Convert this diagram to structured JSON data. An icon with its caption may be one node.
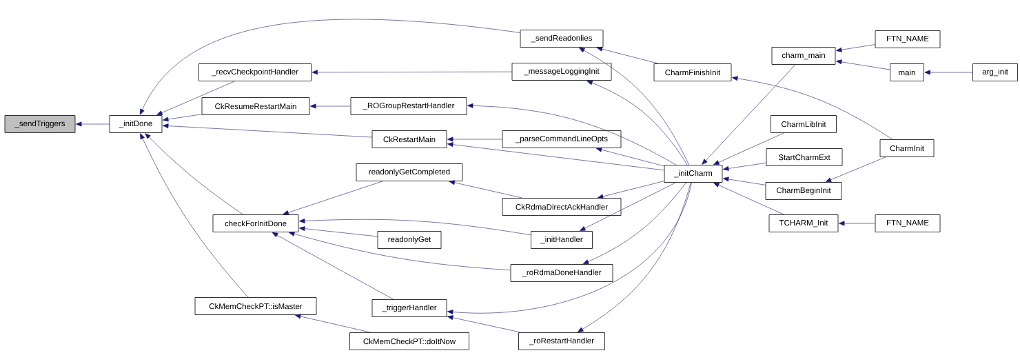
{
  "diagram": {
    "nodes": [
      {
        "text": [
          "_sendTriggers"
        ]
      },
      {
        "text": [
          "_initDone"
        ]
      },
      {
        "text": [
          "_sendReadonlies"
        ]
      },
      {
        "text": [
          "_recvCheckpointHandler"
        ]
      },
      {
        "text": [
          "_messageLoggingInit"
        ]
      },
      {
        "text": [
          "CkResumeRestartMain"
        ]
      },
      {
        "text": [
          "_ROGroupRestartHandler"
        ]
      },
      {
        "text": [
          "CkRestartMain"
        ]
      },
      {
        "text": [
          "_parseCommandLineOpts"
        ]
      },
      {
        "text": [
          "readonlyGetCompleted"
        ]
      },
      {
        "text": [
          "CkRdmaDirectAckHandler"
        ]
      },
      {
        "text": [
          "checkForInitDone"
        ]
      },
      {
        "text": [
          "readonlyGet"
        ]
      },
      {
        "text": [
          "_initHandler"
        ]
      },
      {
        "text": [
          "_roRdmaDoneHandler"
        ]
      },
      {
        "text": [
          "_triggerHandler"
        ]
      },
      {
        "text": [
          "CkMemCheckPT::isMaster"
        ]
      },
      {
        "text": [
          "CkMemCheckPT::doItNow"
        ]
      },
      {
        "text": [
          "_roRestartHandler"
        ]
      },
      {
        "text": [
          "CharmFinishInit"
        ]
      },
      {
        "text": [
          "_initCharm"
        ]
      },
      {
        "text": [
          "charm_main"
        ]
      },
      {
        "text": [
          "FTN_NAME"
        ]
      },
      {
        "text": [
          "main"
        ]
      },
      {
        "text": [
          "arg_init"
        ]
      },
      {
        "text": [
          "CharmLibInit"
        ]
      },
      {
        "text": [
          "StartCharmExt"
        ]
      },
      {
        "text": [
          "CharmBeginInit"
        ]
      },
      {
        "text": [
          "CharmInit"
        ]
      },
      {
        "text": [
          "TCHARM_Init"
        ]
      },
      {
        "text": [
          "FTN_NAME"
        ]
      }
    ],
    "edges": [
      {
        "from": 1,
        "to": 0,
        "arrow": "to"
      },
      {
        "from": 2,
        "to": 1,
        "arrow": "to"
      },
      {
        "from": 3,
        "to": 1,
        "arrow": "to"
      },
      {
        "from": 5,
        "to": 1,
        "arrow": "to"
      },
      {
        "from": 7,
        "to": 1,
        "arrow": "to"
      },
      {
        "from": 11,
        "to": 1,
        "arrow": "to"
      },
      {
        "from": 16,
        "to": 1,
        "arrow": "to"
      },
      {
        "from": 4,
        "to": 3,
        "arrow": "to"
      },
      {
        "from": 6,
        "to": 5,
        "arrow": "to"
      },
      {
        "from": 8,
        "to": 7,
        "arrow": "to"
      },
      {
        "from": 20,
        "to": 7,
        "arrow": "to"
      },
      {
        "from": 9,
        "to": 11,
        "arrow": "to"
      },
      {
        "from": 12,
        "to": 11,
        "arrow": "to"
      },
      {
        "from": 13,
        "to": 11,
        "arrow": "to"
      },
      {
        "from": 14,
        "to": 11,
        "arrow": "to"
      },
      {
        "from": 15,
        "to": 11,
        "arrow": "to"
      },
      {
        "from": 10,
        "to": 9,
        "arrow": "to"
      },
      {
        "from": 17,
        "to": 16,
        "arrow": "to"
      },
      {
        "from": 18,
        "to": 15,
        "arrow": "to"
      },
      {
        "from": 20,
        "to": 15,
        "arrow": "to"
      },
      {
        "from": 19,
        "to": 2,
        "arrow": "to"
      },
      {
        "from": 20,
        "to": 2,
        "arrow": "to"
      },
      {
        "from": 20,
        "to": 4,
        "arrow": "to"
      },
      {
        "from": 20,
        "to": 6,
        "arrow": "to"
      },
      {
        "from": 20,
        "to": 8,
        "arrow": "to"
      },
      {
        "from": 20,
        "to": 10,
        "arrow": "to"
      },
      {
        "from": 20,
        "to": 13,
        "arrow": "to"
      },
      {
        "from": 20,
        "to": 14,
        "arrow": "to"
      },
      {
        "from": 20,
        "to": 18,
        "arrow": "to"
      },
      {
        "from": 21,
        "to": 20,
        "arrow": "to"
      },
      {
        "from": 25,
        "to": 20,
        "arrow": "to"
      },
      {
        "from": 26,
        "to": 20,
        "arrow": "to"
      },
      {
        "from": 27,
        "to": 20,
        "arrow": "to"
      },
      {
        "from": 29,
        "to": 20,
        "arrow": "to"
      },
      {
        "from": 22,
        "to": 21,
        "arrow": "to"
      },
      {
        "from": 23,
        "to": 21,
        "arrow": "to"
      },
      {
        "from": 24,
        "to": 23,
        "arrow": "to"
      },
      {
        "from": 28,
        "to": 19,
        "arrow": "to"
      },
      {
        "from": 28,
        "to": 27,
        "arrow": "to"
      },
      {
        "from": 30,
        "to": 29,
        "arrow": "to"
      }
    ]
  }
}
